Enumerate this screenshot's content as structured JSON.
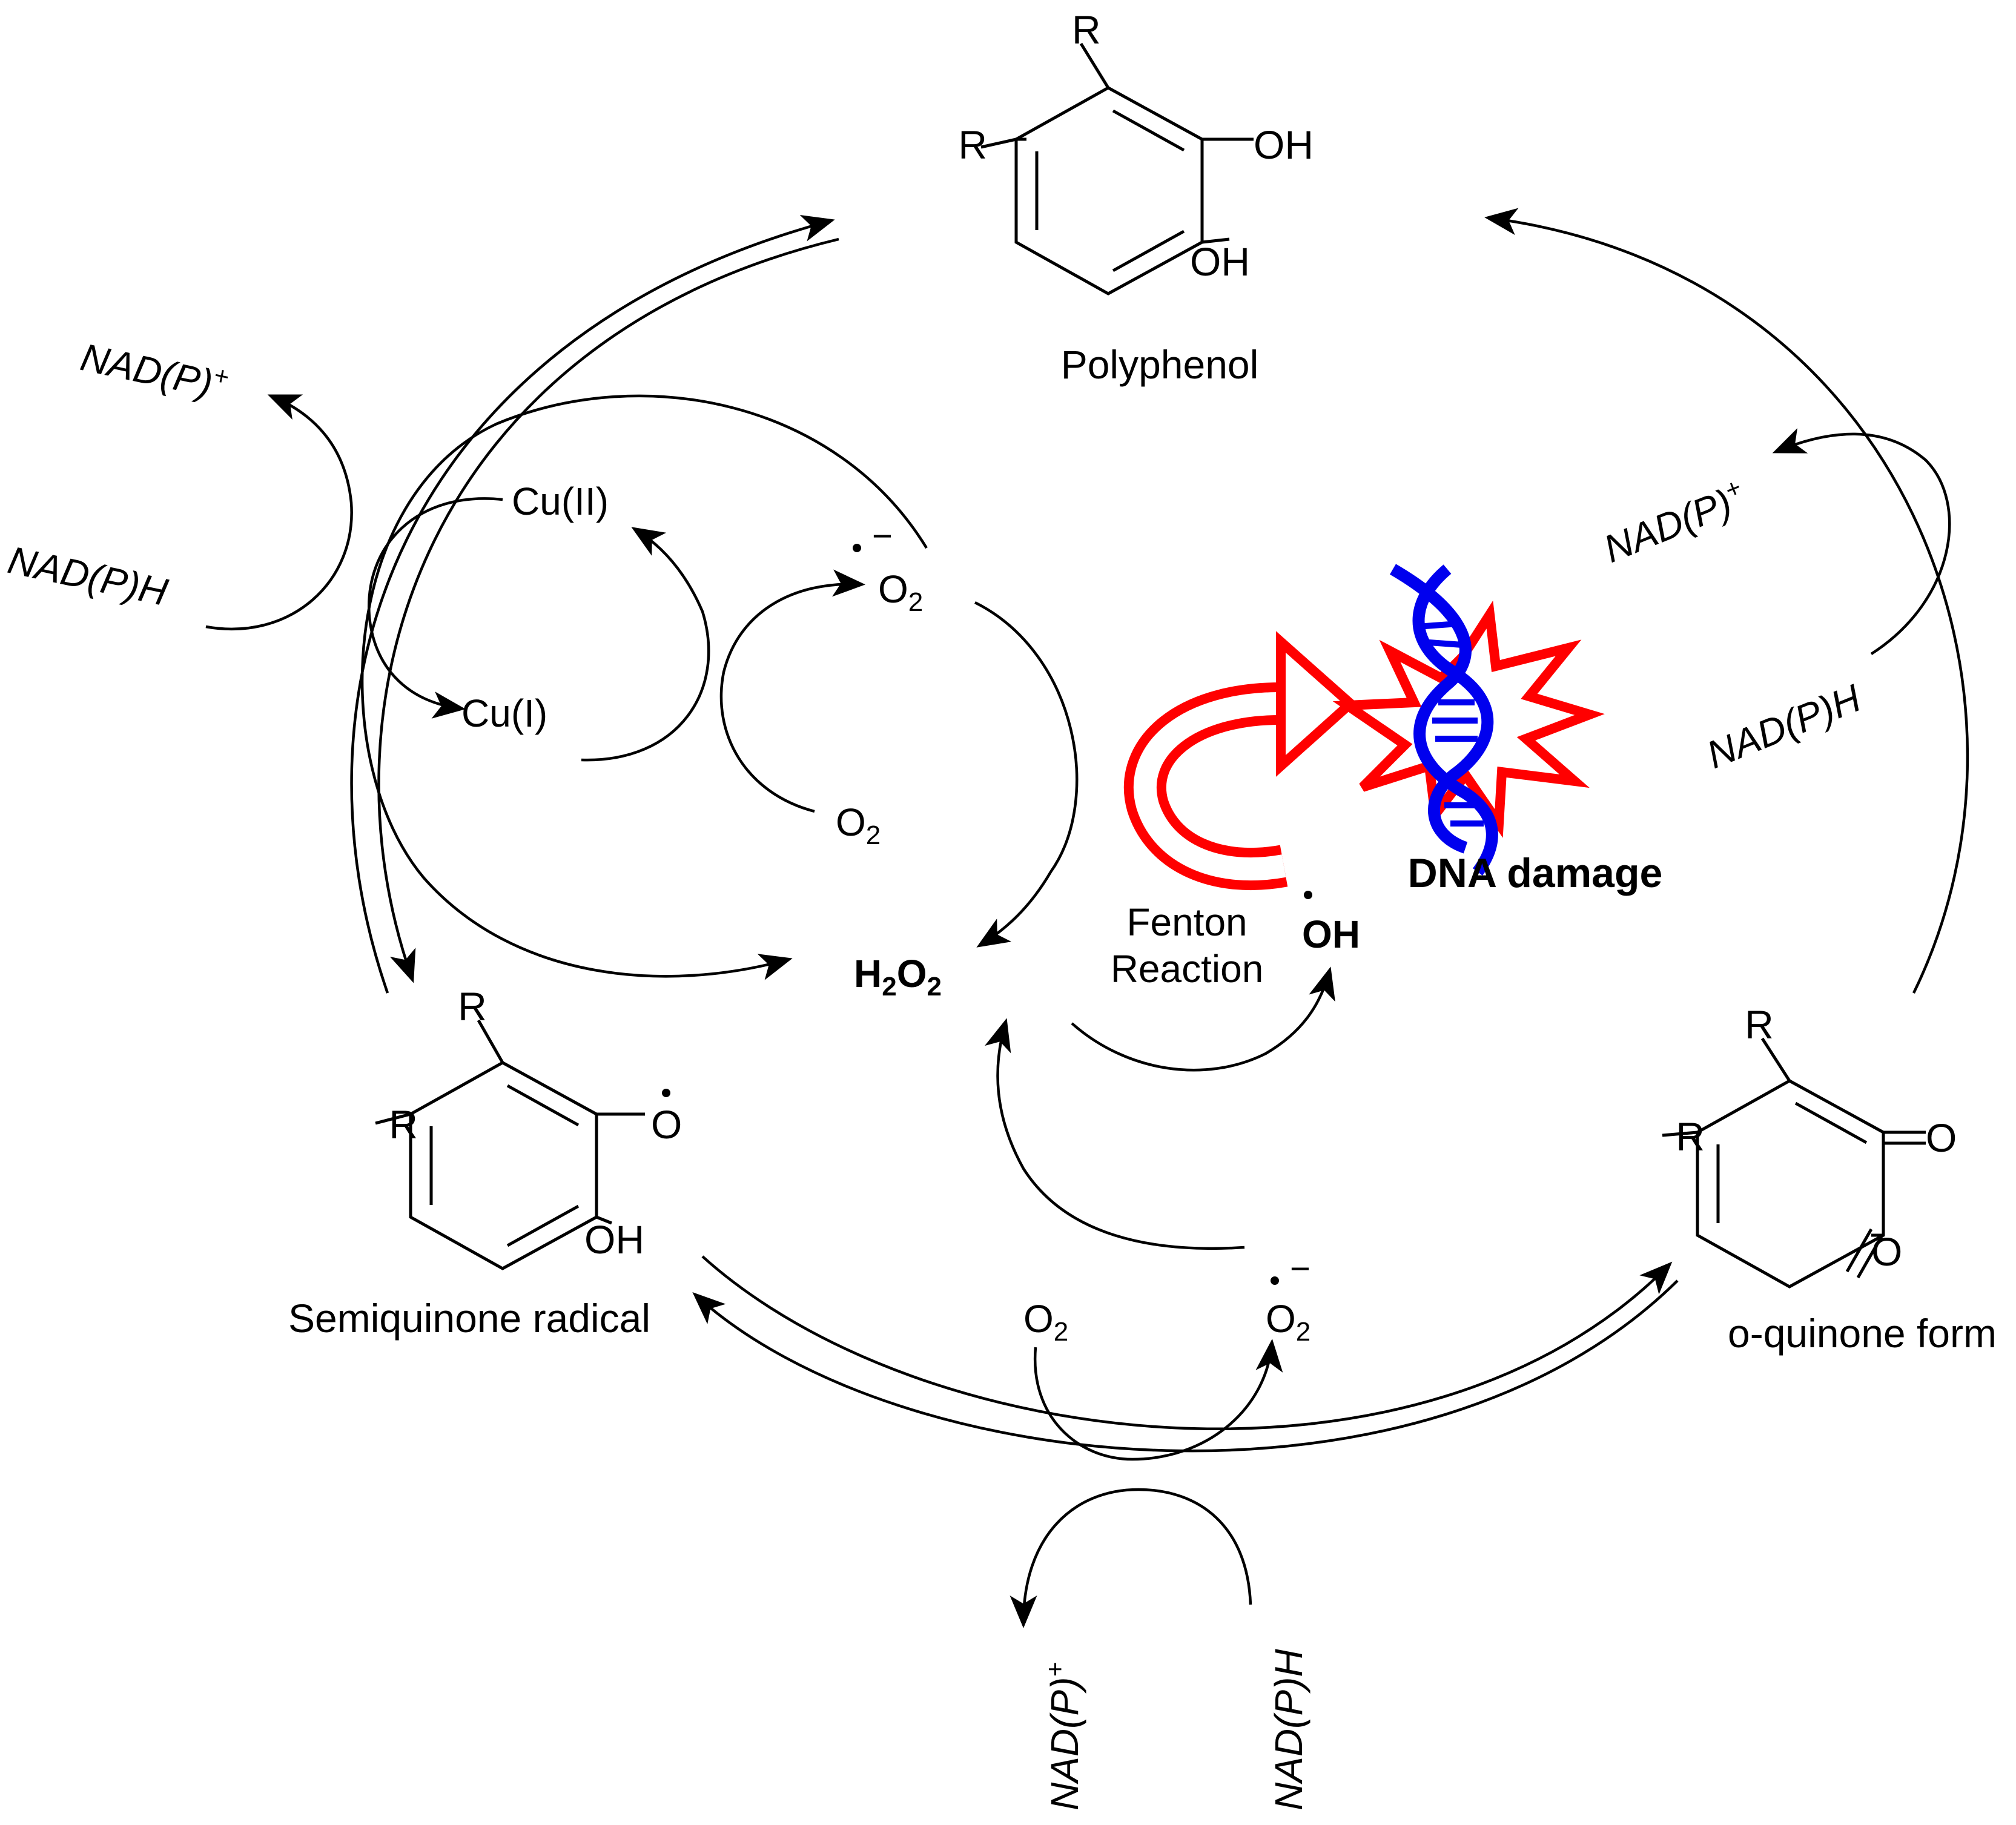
{
  "compounds": {
    "polyphenol": {
      "name": "Polyphenol",
      "r_top": "R",
      "r_left": "R",
      "oh_1": "OH",
      "oh_2": "OH"
    },
    "semiquinone": {
      "name": "Semiquinone radical",
      "r_top": "R",
      "r_left": "R",
      "o_radical": "O",
      "oh": "OH"
    },
    "quinone": {
      "name": "o-quinone form",
      "r_top": "R",
      "r_left": "R",
      "o_1": "O",
      "o_2": "O"
    }
  },
  "cofactors": {
    "left_oxidized": "NAD(P)",
    "left_reduced": "NAD(P)H",
    "right_oxidized": "NAD(P)",
    "right_reduced": "NAD(P)H",
    "bottom_oxidized": "NAD(P)",
    "bottom_reduced": "NAD(P)H",
    "plus": "+"
  },
  "copper": {
    "cu2": "Cu(II)",
    "cu1": "Cu(I)"
  },
  "species": {
    "o2": "O",
    "two": "2",
    "superoxide_charge": "−",
    "h2o2_h": "H",
    "h2o2_o": "O",
    "hydroxyl": "OH"
  },
  "fenton": {
    "line1": "Fenton",
    "line2": "Reaction"
  },
  "dna_label": "DNA damage",
  "colors": {
    "ink": "#000000",
    "fenton_arrow": "#ff0000",
    "dna": "#0000ee",
    "burst": "#ff0000"
  },
  "icons": [
    "dna-helix-icon",
    "damage-burst-icon",
    "fenton-curved-arrow-icon"
  ]
}
